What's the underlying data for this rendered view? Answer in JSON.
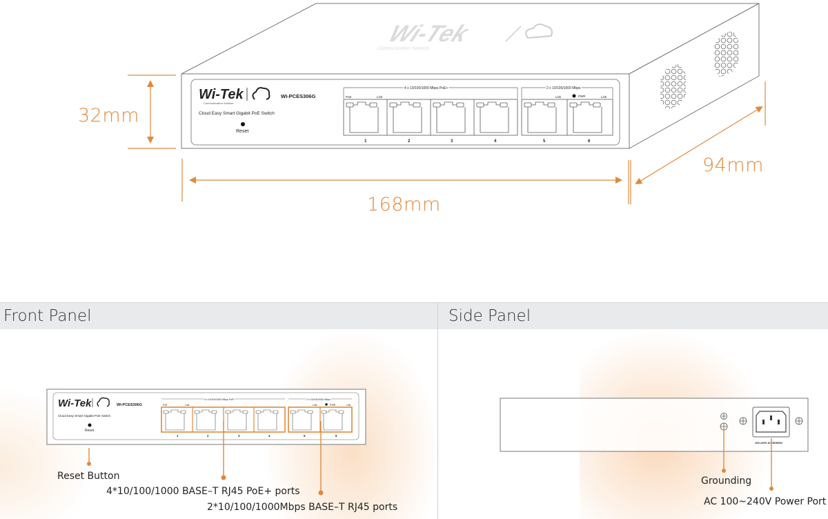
{
  "product": {
    "brand": "Wi-Tek",
    "brand_tagline": "Communication Solution",
    "model": "WI-PCES306G",
    "description": "Cloud Easy Smart Gigabit PoE Switch",
    "reset_label": "Reset",
    "poe_group_label": "4 x 10/100/1000 Mbps PoE+",
    "uplink_group_label": "2 x 10/100/1000 Mbps",
    "led_poe": "PoE",
    "led_link": "Link",
    "led_pwr": "PWR",
    "ports": [
      "1",
      "2",
      "3",
      "4",
      "5",
      "6"
    ],
    "power_rating": "100-240V AC 50/60Hz"
  },
  "dimensions": {
    "height": "32mm",
    "width": "168mm",
    "depth": "94mm"
  },
  "sections": {
    "front": {
      "title": "Front Panel",
      "callouts": {
        "reset": "Reset Button",
        "poe_ports": "4*10/100/1000 BASE–T RJ45 PoE+ ports",
        "uplink_ports": "2*10/100/1000Mbps BASE–T RJ45 ports"
      }
    },
    "side": {
      "title": "Side Panel",
      "callouts": {
        "grounding": "Grounding",
        "power": "AC 100~240V Power Port"
      }
    }
  },
  "colors": {
    "accent": "#e0893a",
    "header_band": "#e9eaeb",
    "outline": "#555555"
  }
}
